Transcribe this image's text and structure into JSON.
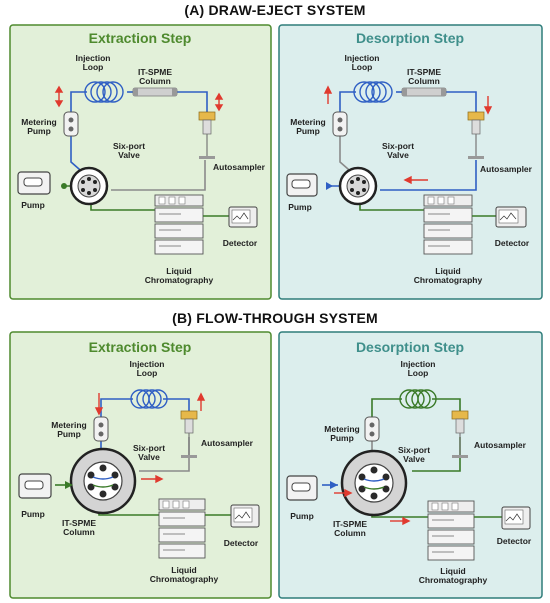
{
  "titles": {
    "a": "(A) DRAW-EJECT SYSTEM",
    "b": "(B) FLOW-THROUGH SYSTEM"
  },
  "colors": {
    "extraction_bg": "#e2f0d9",
    "extraction_border": "#4e8a2e",
    "extraction_title": "#4e8a2e",
    "desorption_bg": "#dceeed",
    "desorption_border": "#2e7d7a",
    "desorption_title": "#3f8f8b",
    "line_blue": "#2f5fc4",
    "line_green": "#3a7a28",
    "line_gray": "#8a8a8a",
    "arrow_red": "#e03a2f"
  },
  "panels": {
    "a_extraction": {
      "step": "Extraction Step",
      "injection_loop": [
        "Injection",
        "Loop"
      ],
      "column": [
        "IT-SPME",
        "Column"
      ],
      "metering_pump": [
        "Metering",
        "Pump"
      ],
      "valve": [
        "Six-port",
        "Valve"
      ],
      "autosampler": "Autosampler",
      "pump": "Pump",
      "detector": "Detector",
      "lc": [
        "Liquid",
        "Chromatography"
      ]
    },
    "a_desorption": {
      "step": "Desorption Step",
      "injection_loop": [
        "Injection",
        "Loop"
      ],
      "column": [
        "IT-SPME",
        "Column"
      ],
      "metering_pump": [
        "Metering",
        "Pump"
      ],
      "valve": [
        "Six-port",
        "Valve"
      ],
      "autosampler": "Autosampler",
      "pump": "Pump",
      "detector": "Detector",
      "lc": [
        "Liquid",
        "Chromatography"
      ]
    },
    "b_extraction": {
      "step": "Extraction Step",
      "injection_loop": [
        "Injection",
        "Loop"
      ],
      "metering_pump": [
        "Metering",
        "Pump"
      ],
      "valve": [
        "Six-port",
        "Valve"
      ],
      "autosampler": "Autosampler",
      "pump": "Pump",
      "column": [
        "IT-SPME",
        "Column"
      ],
      "detector": "Detector",
      "lc": [
        "Liquid",
        "Chromatography"
      ]
    },
    "b_desorption": {
      "step": "Desorption Step",
      "injection_loop": [
        "Injection",
        "Loop"
      ],
      "metering_pump": [
        "Metering",
        "Pump"
      ],
      "valve": [
        "Six-port",
        "Valve"
      ],
      "autosampler": "Autosampler",
      "pump": "Pump",
      "column": [
        "IT-SPME",
        "Column"
      ],
      "detector": "Detector",
      "lc": [
        "Liquid",
        "Chromatography"
      ]
    }
  }
}
